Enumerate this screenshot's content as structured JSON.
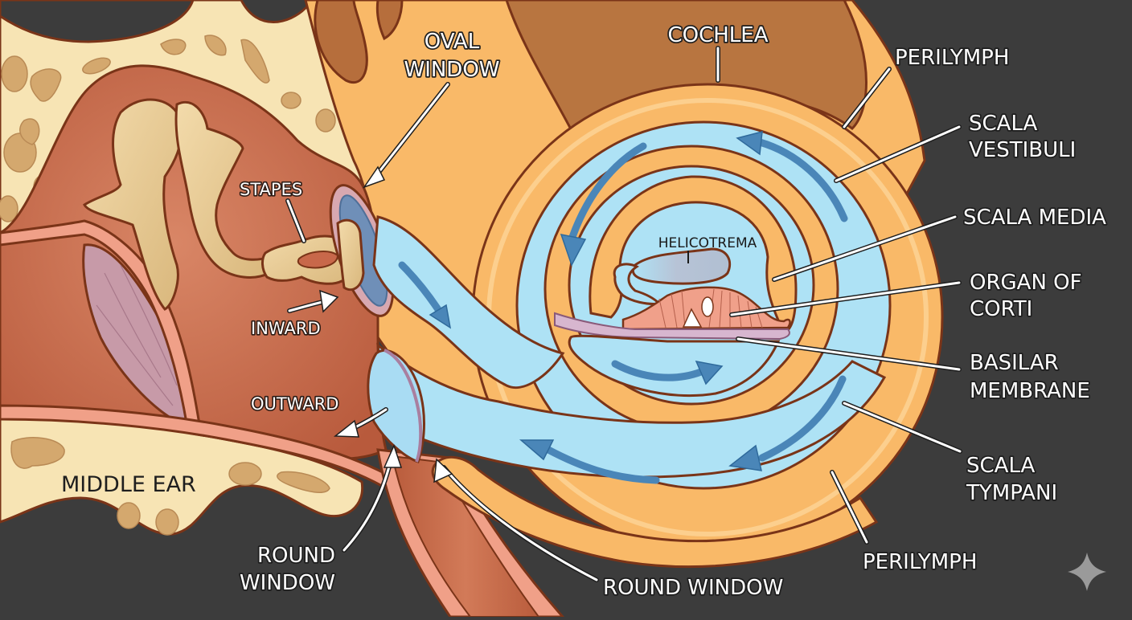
{
  "diagram": {
    "labels": {
      "oval_window": [
        "OVAL",
        "WINDOW"
      ],
      "cochlea": "COCHLEA",
      "perilymph_top": "PERILYMPH",
      "scala_vestibuli": [
        "SCALA",
        "VESTIBULI"
      ],
      "scala_media": "SCALA MEDIA",
      "organ_of_corti": [
        "ORGAN OF",
        "CORTI"
      ],
      "basilar_membrane": [
        "BASILAR",
        "MEMBRANE"
      ],
      "scala_tympani": [
        "SCALA",
        "TYMPANI"
      ],
      "perilymph_bottom": "PERILYMPH",
      "round_window_right": "ROUND WINDOW",
      "round_window_left": [
        "ROUND",
        "WINDOW"
      ],
      "middle_ear": "MIDDLE EAR",
      "stapes": "STAPES",
      "inward": "INWARD",
      "outward": "OUTWARD",
      "helicotrema": "HELICOTREMA"
    },
    "icons": {
      "corner_badge": "sparkle-icon"
    },
    "colors": {
      "background": "#3c3c3c",
      "bone": "#f7e4b4",
      "bone_spots": "#d4a86e",
      "middle_ear_cavity": "#c8684a",
      "cochlea_wall": "#f9b968",
      "fluid": "#aee2f5",
      "flow_arrows": "#4a86b8",
      "organ_of_corti": "#f0a08a",
      "basilar_membrane": "#d7b6cf",
      "label_text": "#ffffff"
    }
  }
}
